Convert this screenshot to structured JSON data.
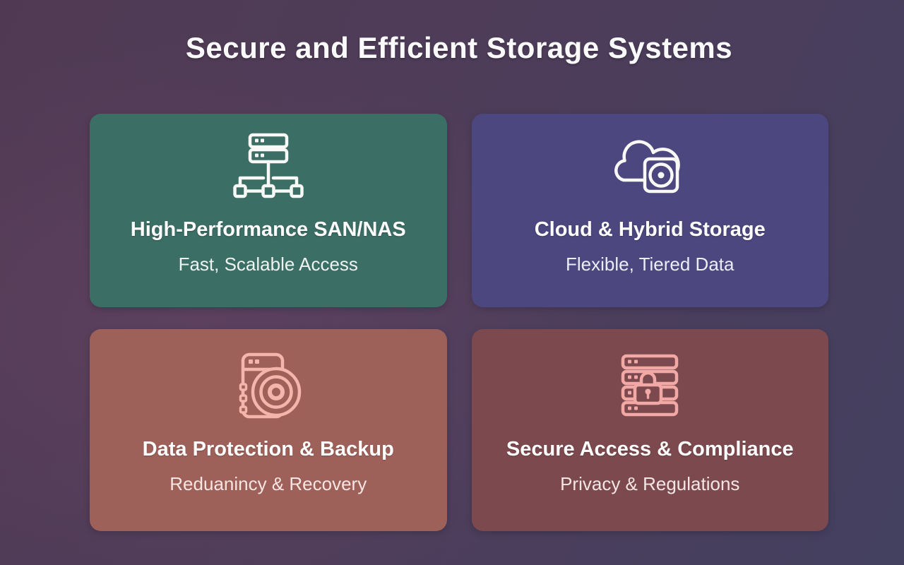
{
  "header": {
    "title": "Secure and Efficient Storage Systems"
  },
  "colors": {
    "background_start": "#503a53",
    "background_mid": "#4d3d5a",
    "background_end": "#444060",
    "background_glow": "rgba(125,75,110,0.30)",
    "title_text": "#fbfafb"
  },
  "cards": [
    {
      "title": "High-Performance SAN/NAS",
      "subtitle": "Fast, Scalable Access",
      "bg": "#3b6e65",
      "icon": "san-nas-network-icon",
      "icon_color": "#f8f8f6",
      "subtitle_color": "#eef3f0"
    },
    {
      "title": "Cloud & Hybrid Storage",
      "subtitle": "Flexible, Tiered Data",
      "bg": "#4c477e",
      "icon": "cloud-hybrid-storage-icon",
      "icon_color": "#f8f8f6",
      "subtitle_color": "#ececf5"
    },
    {
      "title": "Data Protection & Backup",
      "subtitle": "Reduanincy & Recovery",
      "bg": "#9e615a",
      "icon": "backup-disk-icon",
      "icon_color": "#f4b5ac",
      "subtitle_color": "#f8e4e0"
    },
    {
      "title": "Secure Access & Compliance",
      "subtitle": "Privacy & Regulations",
      "bg": "#7c4a4e",
      "icon": "server-lock-icon",
      "icon_color": "#f2a8a4",
      "subtitle_color": "#f4e5e5"
    }
  ]
}
